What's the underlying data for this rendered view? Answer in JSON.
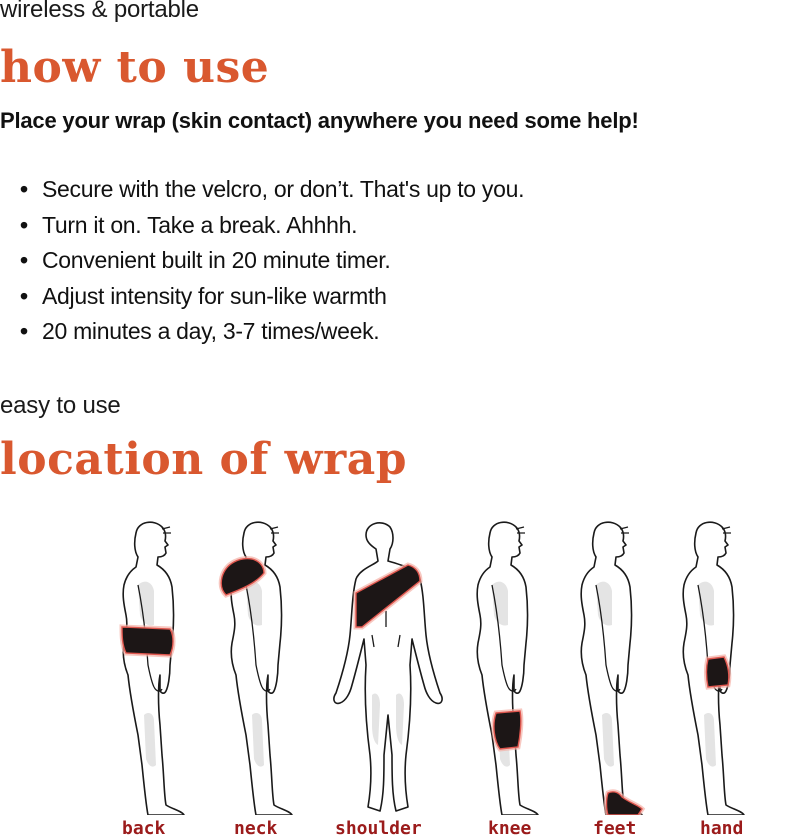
{
  "section1": {
    "subtitle": "wireless & portable",
    "heading": "how to use",
    "lead": "Place your wrap (skin contact) anywhere you need some help!",
    "bullets": [
      "Secure with the velcro, or don’t. That's up to you.",
      "Turn it on. Take a break. Ahhhh.",
      "Convenient built in 20 minute timer.",
      "Adjust intensity for sun-like warmth",
      "20 minutes a day, 3-7 times/week."
    ],
    "bullet_glyph": "•"
  },
  "section2": {
    "subtitle": "easy to use",
    "heading": "location of wrap",
    "figures": [
      {
        "label": "back",
        "view": "side",
        "wrap_location": "lower-back"
      },
      {
        "label": "neck",
        "view": "side",
        "wrap_location": "neck-shoulders"
      },
      {
        "label": "shoulder",
        "view": "front",
        "wrap_location": "shoulder-diagonal"
      },
      {
        "label": "knee",
        "view": "side",
        "wrap_location": "knee"
      },
      {
        "label": "feet",
        "view": "side",
        "wrap_location": "foot"
      },
      {
        "label": "hand",
        "view": "side",
        "wrap_location": "hand"
      }
    ]
  },
  "colors": {
    "heading": "#d9582f",
    "label": "#9b1b1b",
    "wrap": "#1c1616",
    "wrap_glow": "#e0574f",
    "text": "#111111"
  }
}
